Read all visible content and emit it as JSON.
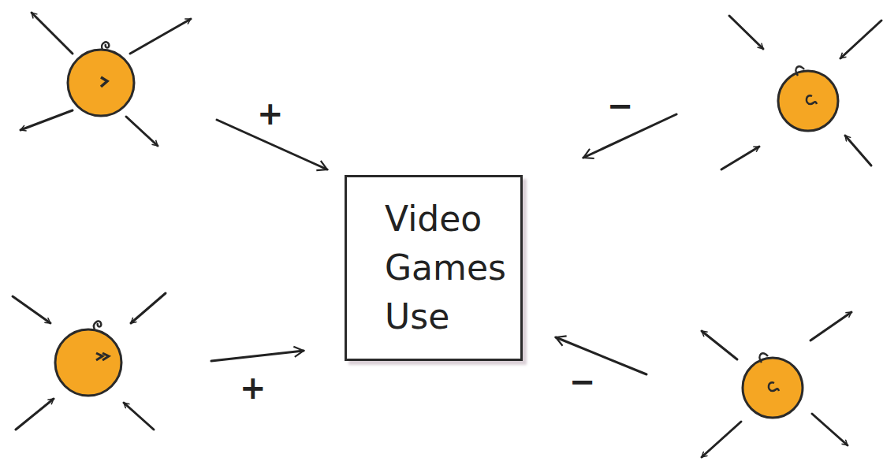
{
  "diagram": {
    "nodes": [
      {
        "text": [
          "Video Games Use"
        ]
      }
    ],
    "labels": [
      "+",
      "−",
      "+",
      "−"
    ]
  }
}
